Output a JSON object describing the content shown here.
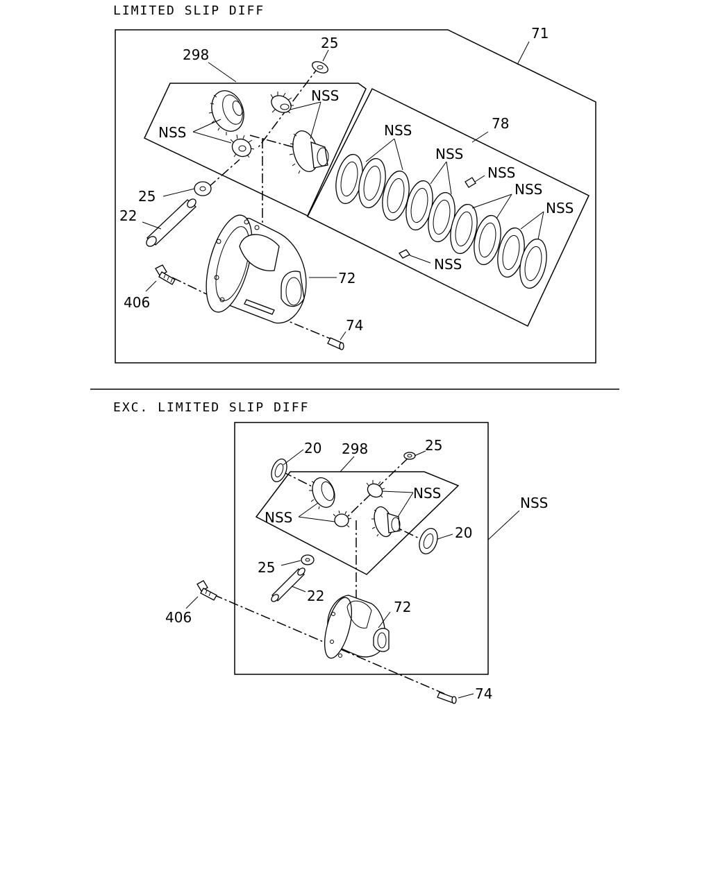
{
  "sections": {
    "top_title": "LIMITED SLIP DIFF",
    "bottom_title": "EXC. LIMITED SLIP DIFF"
  },
  "top_callouts": {
    "c71": "71",
    "c298": "298",
    "c25a": "25",
    "nss_a": "NSS",
    "nss_b": "NSS",
    "c78": "78",
    "nss_c": "NSS",
    "nss_d": "NSS",
    "nss_e": "NSS",
    "nss_f": "NSS",
    "nss_g": "NSS",
    "nss_h": "NSS",
    "c25b": "25",
    "c22": "22",
    "c72": "72",
    "c406": "406",
    "c74": "74"
  },
  "bottom_callouts": {
    "c20a": "20",
    "c298": "298",
    "c25a": "25",
    "nss_a": "NSS",
    "nss_b": "NSS",
    "nss_c": "NSS",
    "c20b": "20",
    "c25b": "25",
    "c22": "22",
    "c406": "406",
    "c72": "72",
    "c74": "74"
  }
}
